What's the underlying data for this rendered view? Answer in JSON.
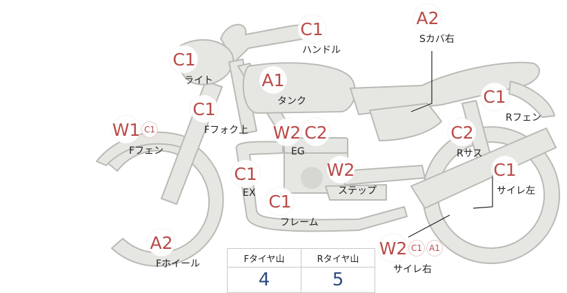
{
  "parts": [
    {
      "id": "handle",
      "grades": [
        {
          "code": "C1",
          "size": "big"
        }
      ],
      "label": "ハンドル"
    },
    {
      "id": "s-cover-right",
      "grades": [
        {
          "code": "A2",
          "size": "big"
        }
      ],
      "label": "Sカバ右"
    },
    {
      "id": "light",
      "grades": [
        {
          "code": "C1",
          "size": "big"
        }
      ],
      "label": "ライト"
    },
    {
      "id": "tank",
      "grades": [
        {
          "code": "A1",
          "size": "big"
        }
      ],
      "label": "タンク"
    },
    {
      "id": "r-fender",
      "grades": [
        {
          "code": "C1",
          "size": "big"
        }
      ],
      "label": "Rフェン"
    },
    {
      "id": "f-fork-upper",
      "grades": [
        {
          "code": "C1",
          "size": "big"
        }
      ],
      "label": "Fフォク上"
    },
    {
      "id": "f-fender",
      "grades": [
        {
          "code": "W1",
          "size": "big"
        },
        {
          "code": "C1",
          "size": "small"
        }
      ],
      "label": "Fフェン"
    },
    {
      "id": "engine",
      "grades": [
        {
          "code": "W2",
          "size": "big"
        },
        {
          "code": "C2",
          "size": "big"
        }
      ],
      "label": "EG"
    },
    {
      "id": "r-suspension",
      "grades": [
        {
          "code": "C2",
          "size": "big"
        }
      ],
      "label": "Rサス"
    },
    {
      "id": "exhaust",
      "grades": [
        {
          "code": "C1",
          "size": "big"
        }
      ],
      "label": "EX"
    },
    {
      "id": "step",
      "grades": [
        {
          "code": "W2",
          "size": "big"
        }
      ],
      "label": "ステップ"
    },
    {
      "id": "muffler-left",
      "grades": [
        {
          "code": "C1",
          "size": "big"
        }
      ],
      "label": "サイレ左"
    },
    {
      "id": "frame",
      "grades": [
        {
          "code": "C1",
          "size": "big"
        }
      ],
      "label": "フレーム"
    },
    {
      "id": "f-wheel",
      "grades": [
        {
          "code": "A2",
          "size": "big"
        }
      ],
      "label": "Fホイール"
    },
    {
      "id": "muffler-right",
      "grades": [
        {
          "code": "W2",
          "size": "big"
        },
        {
          "code": "C1",
          "size": "small"
        },
        {
          "code": "A1",
          "size": "small"
        }
      ],
      "label": "サイレ右"
    }
  ],
  "tire_table": {
    "headers": [
      "Fタイヤ山",
      "Rタイヤ山"
    ],
    "values": [
      "4",
      "5"
    ]
  },
  "colors": {
    "body_fill": "#e6e6e2",
    "body_stroke": "#b9b9b5",
    "badge_text": "#b84a48",
    "value_text": "#2c4a7e"
  }
}
